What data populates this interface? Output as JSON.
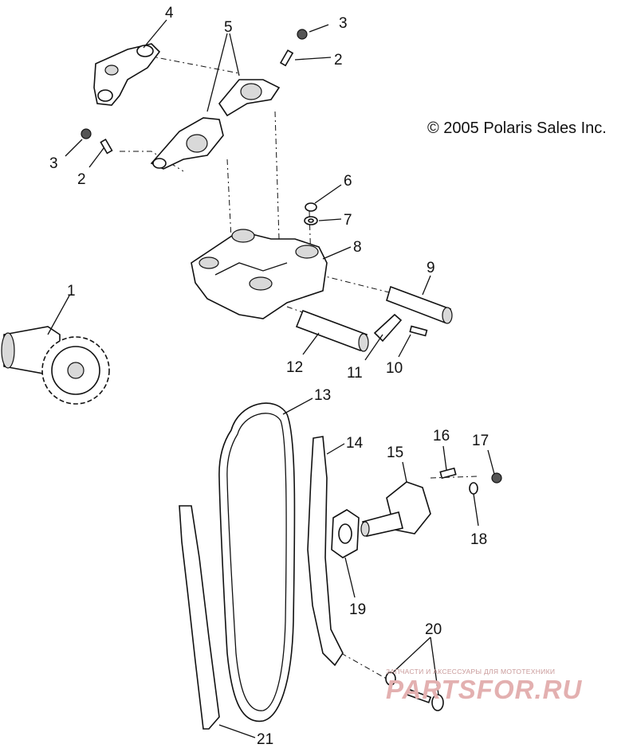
{
  "copyright": "© 2005 Polaris Sales Inc.",
  "watermark": {
    "tagline": "ЗАПЧАСТИ И АКСЕССУАРЫ ДЛЯ МОТОТЕХНИКИ",
    "logo": "PARTSFOR.RU"
  },
  "callouts": {
    "c1": "1",
    "c2a": "2",
    "c2b": "2",
    "c3a": "3",
    "c3b": "3",
    "c4": "4",
    "c5": "5",
    "c6": "6",
    "c7": "7",
    "c8": "8",
    "c9": "9",
    "c10": "10",
    "c11": "11",
    "c12": "12",
    "c13": "13",
    "c14": "14",
    "c15": "15",
    "c16": "16",
    "c17": "17",
    "c18": "18",
    "c19": "19",
    "c20": "20",
    "c21": "21"
  }
}
